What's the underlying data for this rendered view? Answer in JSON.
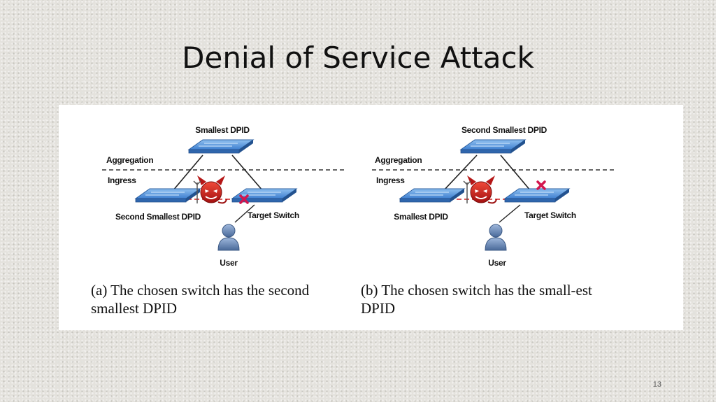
{
  "slide": {
    "title": "Denial of Service Attack",
    "page_number": "13"
  },
  "diagram_a": {
    "top_switch_label": "Smallest DPID",
    "aggregation_label": "Aggregation",
    "ingress_label": "Ingress",
    "left_switch_label": "Second Smallest DPID",
    "right_switch_label": "Target Switch",
    "user_label": "User",
    "caption": "(a) The chosen switch has the second smallest DPID"
  },
  "diagram_b": {
    "top_switch_label": "Second Smallest DPID",
    "aggregation_label": "Aggregation",
    "ingress_label": "Ingress",
    "left_switch_label": "Smallest DPID",
    "right_switch_label": "Target Switch",
    "user_label": "User",
    "caption": "(b) The chosen switch has the small-est DPID"
  },
  "colors": {
    "switch_fill": "#4d8fd6",
    "attacker_red": "#d21e1e",
    "blocked_x": "#d3164e",
    "user_blue": "#5d7fae"
  },
  "icons": [
    "network-switch-icon",
    "attacker-devil-icon",
    "blocked-x-icon",
    "user-icon"
  ]
}
